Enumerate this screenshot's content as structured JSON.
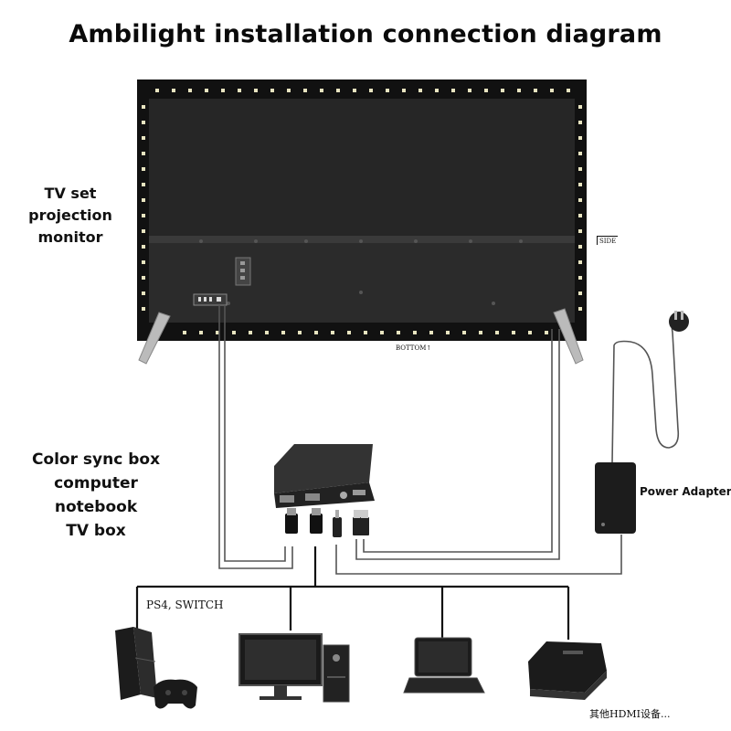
{
  "title": "Ambilight installation connection diagram",
  "labels": {
    "tv": [
      "TV set",
      "projection",
      "monitor"
    ],
    "box": [
      "Color sync box",
      "computer",
      "notebook",
      "TV box"
    ],
    "power": "Power Adapter",
    "ps": "PS4, SWITCH",
    "other": "其他HDMI设备...",
    "side": "SIDE",
    "bottom": "BOTTOM"
  },
  "colors": {
    "tv_panel": "#262626",
    "tv_frame": "#1a1a1a",
    "led_strip": "#111111",
    "led": "#e8e4c0",
    "cable": "#555555",
    "device": "#1c1c1c"
  },
  "icons": [
    "led-strip-icon",
    "hdmi-plug-icon",
    "usb-plug-icon",
    "dc-plug-icon",
    "power-plug-icon",
    "ps4-console-icon",
    "gamepad-icon",
    "monitor-icon",
    "pc-tower-icon",
    "laptop-icon",
    "tv-box-icon"
  ]
}
